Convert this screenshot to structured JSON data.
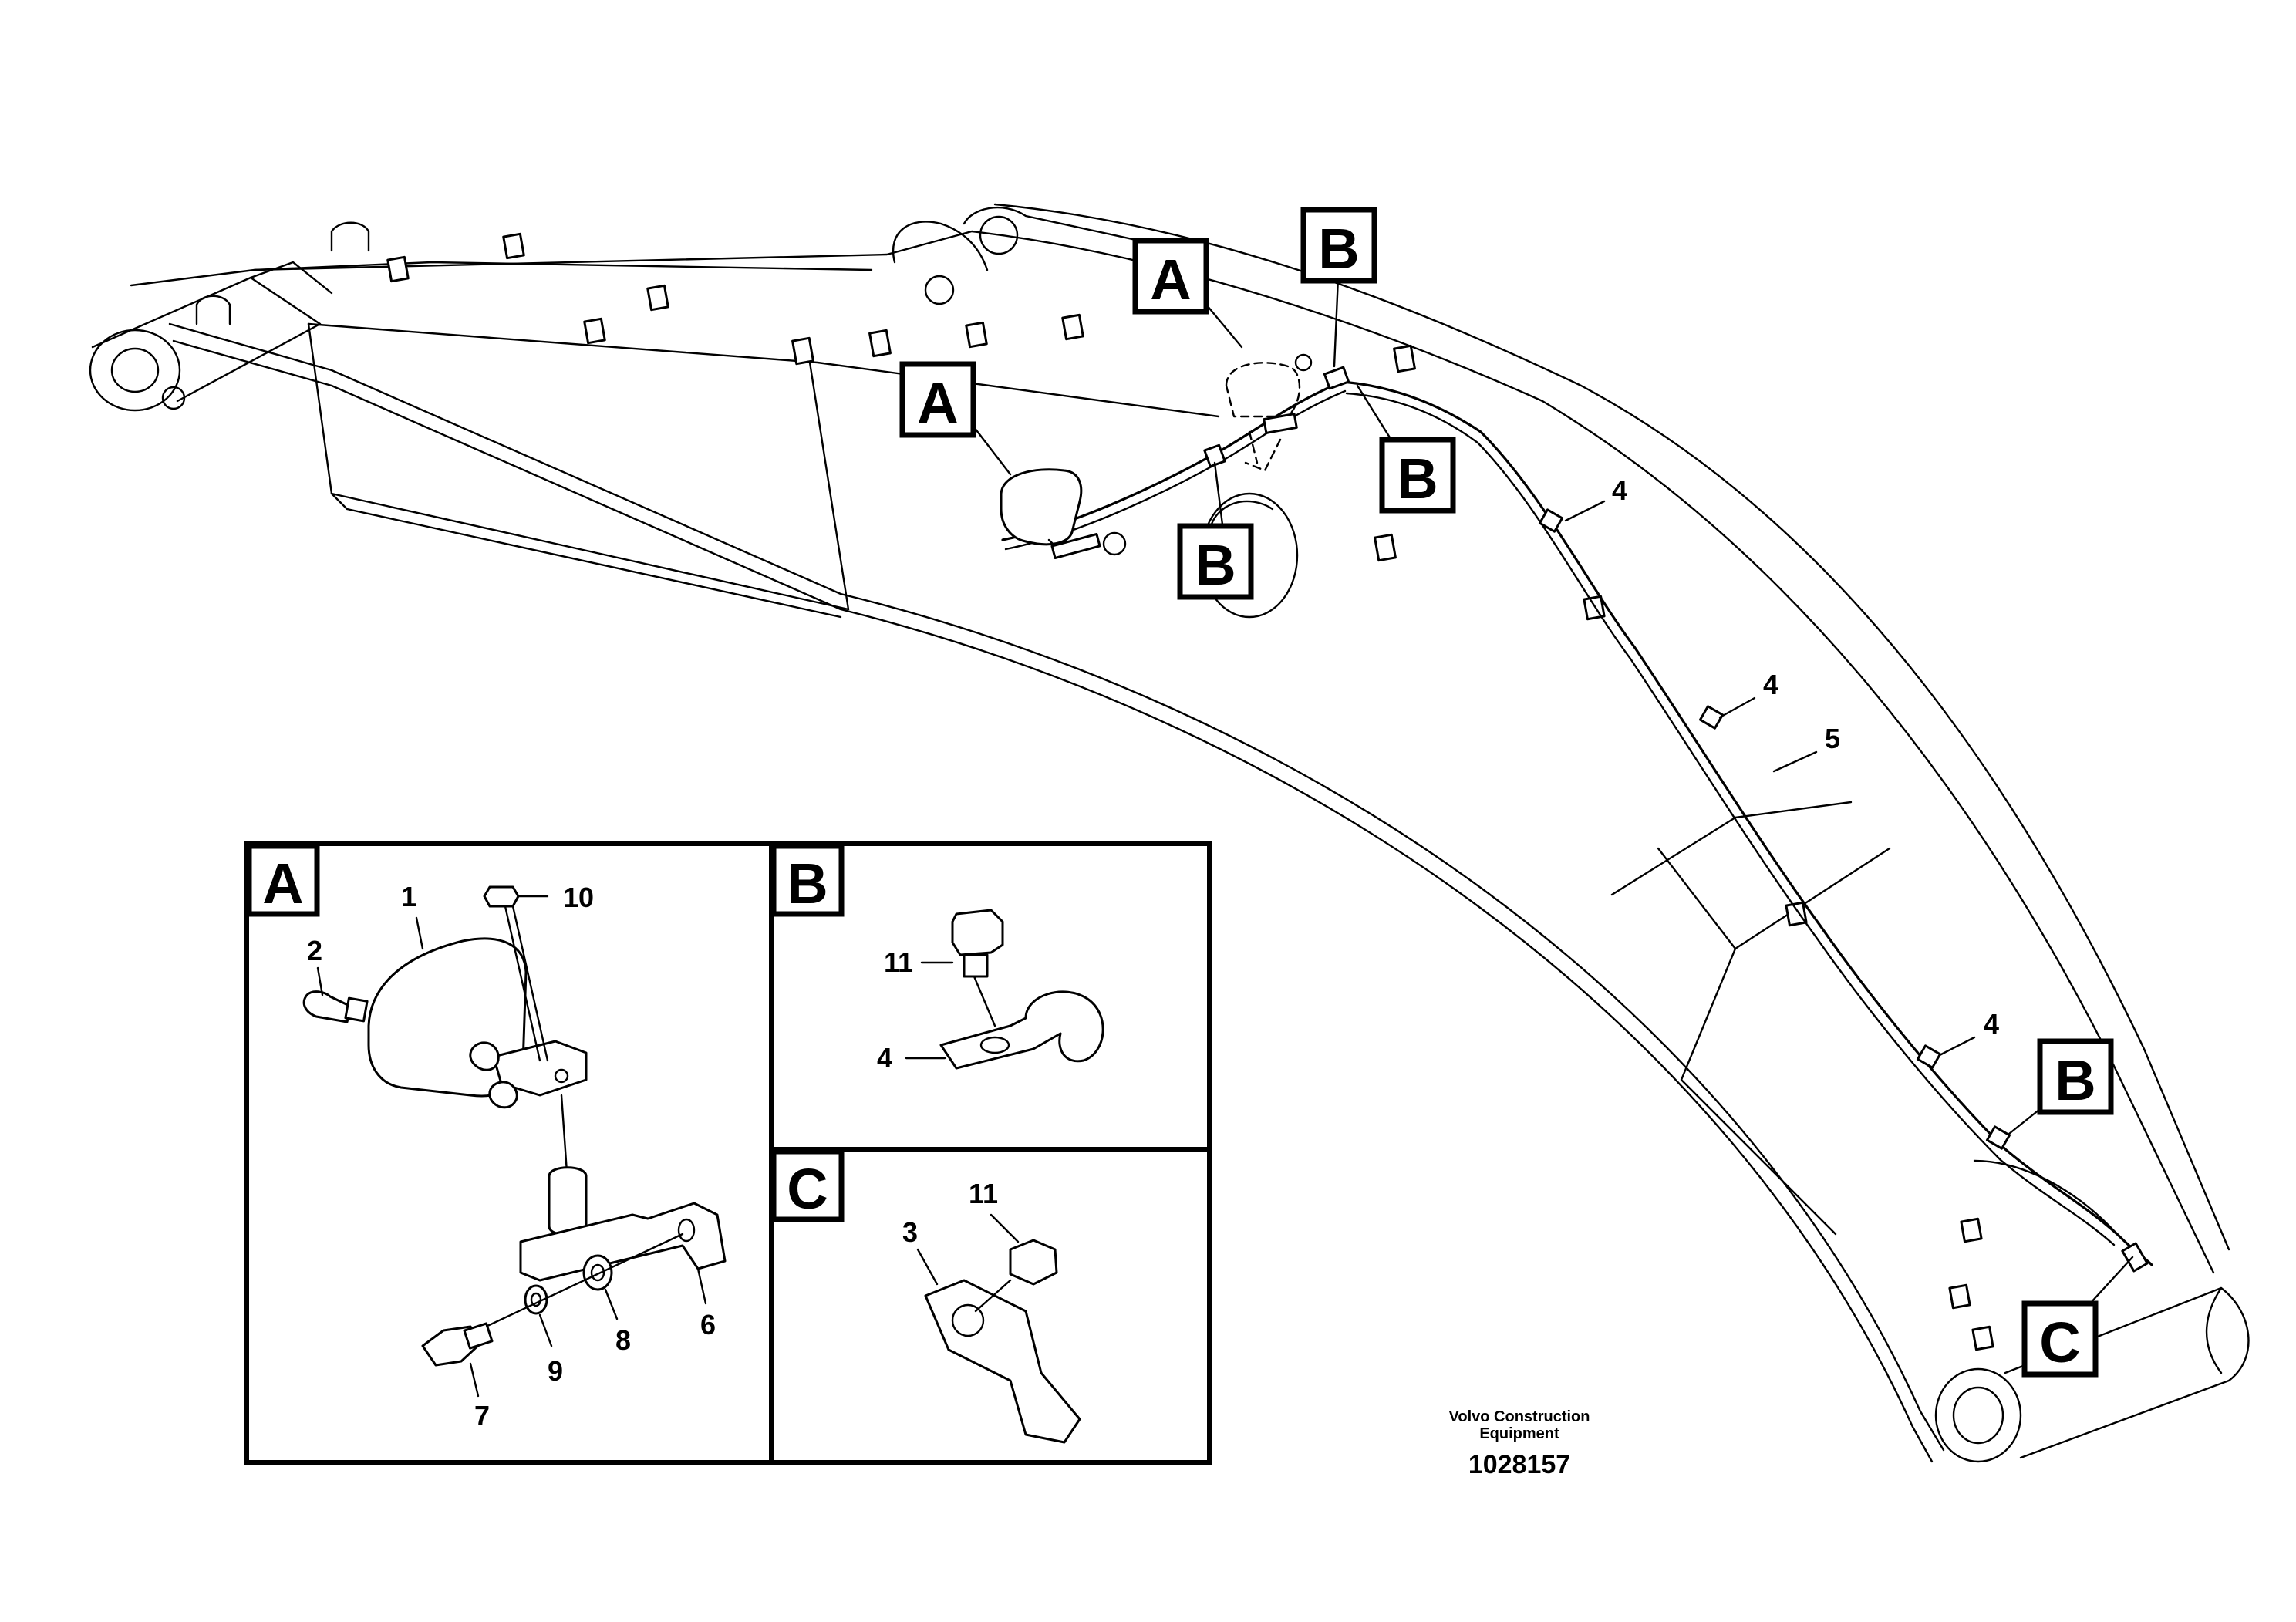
{
  "callouts": {
    "a": "A",
    "b": "B",
    "c": "C"
  },
  "part_numbers": {
    "p1": "1",
    "p2": "2",
    "p3": "3",
    "p4": "4",
    "p5": "5",
    "p6": "6",
    "p7": "7",
    "p8": "8",
    "p9": "9",
    "p10": "10",
    "p11": "11"
  },
  "detail_views": {
    "a_title": "A",
    "b_title": "B",
    "c_title": "C"
  },
  "footer": {
    "company_line1": "Volvo Construction",
    "company_line2": "Equipment",
    "drawing_number": "1028157"
  }
}
